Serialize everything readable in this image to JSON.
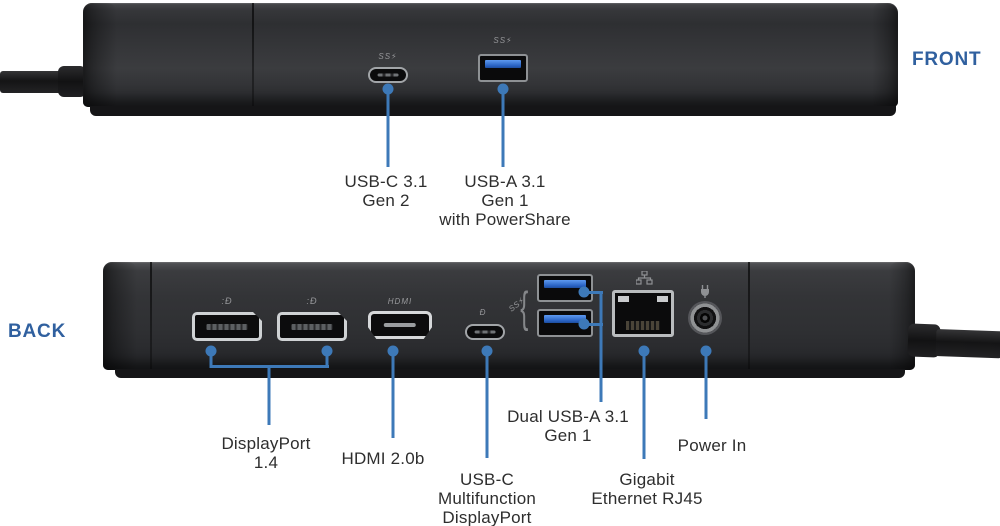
{
  "front": {
    "view_label": "FRONT",
    "usb_c": {
      "marking": "SS⚡",
      "lines": [
        "USB-C 3.1",
        "Gen 2"
      ]
    },
    "usb_a": {
      "marking": "SS⚡",
      "lines": [
        "USB-A 3.1",
        "Gen 1",
        "with PowerShare"
      ]
    }
  },
  "back": {
    "view_label": "BACK",
    "dp_marking": ":Đ",
    "hdmi_marking": "HDMI",
    "usbc_marking": "Đ",
    "ss_marking": "SS⚡",
    "displayport_label": {
      "lines": [
        "DisplayPort",
        "1.4"
      ]
    },
    "hdmi_label": {
      "lines": [
        "HDMI 2.0b"
      ]
    },
    "usbc_label": {
      "lines": [
        "USB-C",
        "Multifunction",
        "DisplayPort"
      ]
    },
    "dual_usba_label": {
      "lines": [
        "Dual USB-A 3.1",
        "Gen 1"
      ]
    },
    "ethernet_label": {
      "lines": [
        "Gigabit",
        "Ethernet RJ45"
      ]
    },
    "power_label": {
      "lines": [
        "Power In"
      ]
    }
  },
  "icons": {
    "ethernet": "network-icon",
    "power": "plug-icon"
  },
  "colors": {
    "callout_blue": "#3d79b8",
    "view_label_blue": "#30609f",
    "label_text": "#2e2e2e",
    "usb_blue": "#2a63c4"
  }
}
